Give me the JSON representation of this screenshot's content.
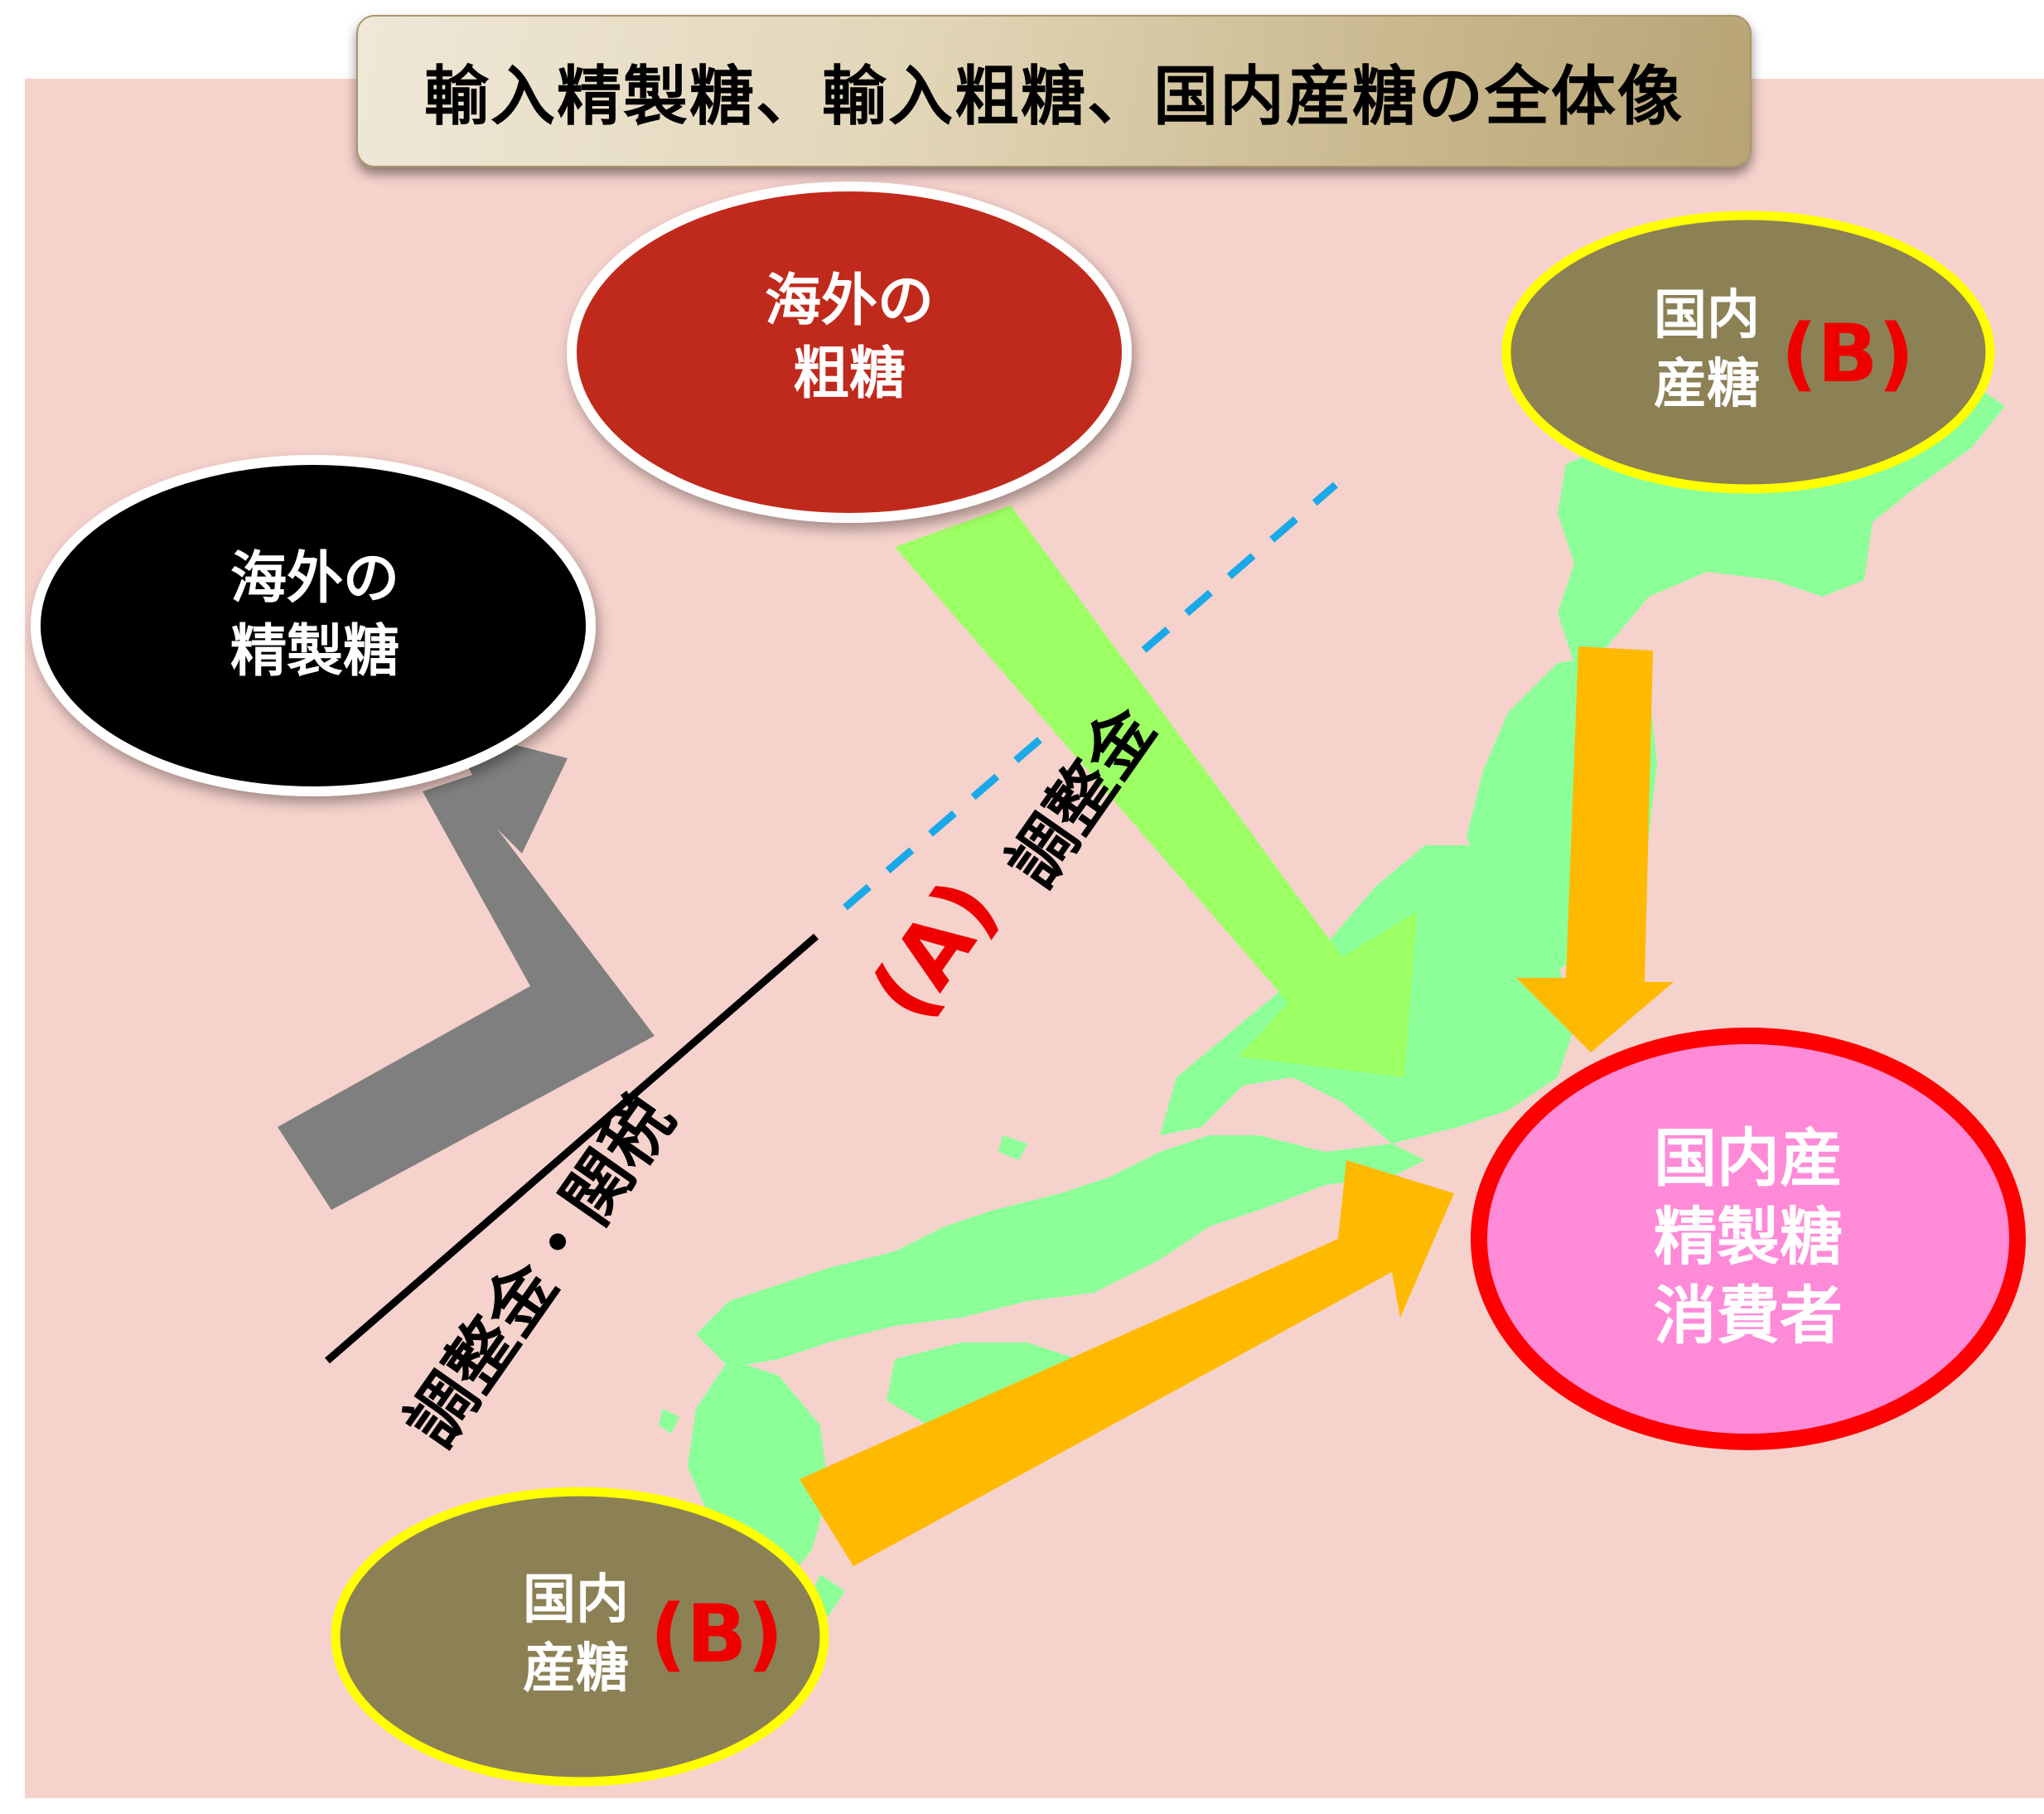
{
  "title": "輸入精製糖、輸入粗糖、国内産糖の全体像",
  "nodes": {
    "overseas_raw": {
      "line1": "海外の",
      "line2": "粗糖"
    },
    "overseas_refined": {
      "line1": "海外の",
      "line2": "精製糖"
    },
    "domestic_north": {
      "line1": "国内",
      "line2": "産糖",
      "mark": "(B)"
    },
    "domestic_south": {
      "line1": "国内",
      "line2": "産糖",
      "mark": "(B)"
    },
    "consumer": {
      "line1": "国内産",
      "line2": "精製糖",
      "line3": "消費者"
    }
  },
  "labels": {
    "adjustment": "調整金",
    "mark_a": "(A)",
    "adjustment_tariff": "調整金・関税"
  },
  "colors": {
    "background": "#f6d2cc",
    "raw_oval": "#c0291a",
    "refined_oval": "#000000",
    "domestic_oval": "#8c8055",
    "domestic_border": "#ffff00",
    "consumer_oval": "#ff8ad8",
    "consumer_border": "#ff0000",
    "map": "#8cff99",
    "green_arrow": "#9cff63",
    "orange_arrow": "#ffba00",
    "gray_arrow": "#7f7f7f",
    "dashed_line": "#1aa9e8",
    "mark_red": "#ee0000"
  }
}
